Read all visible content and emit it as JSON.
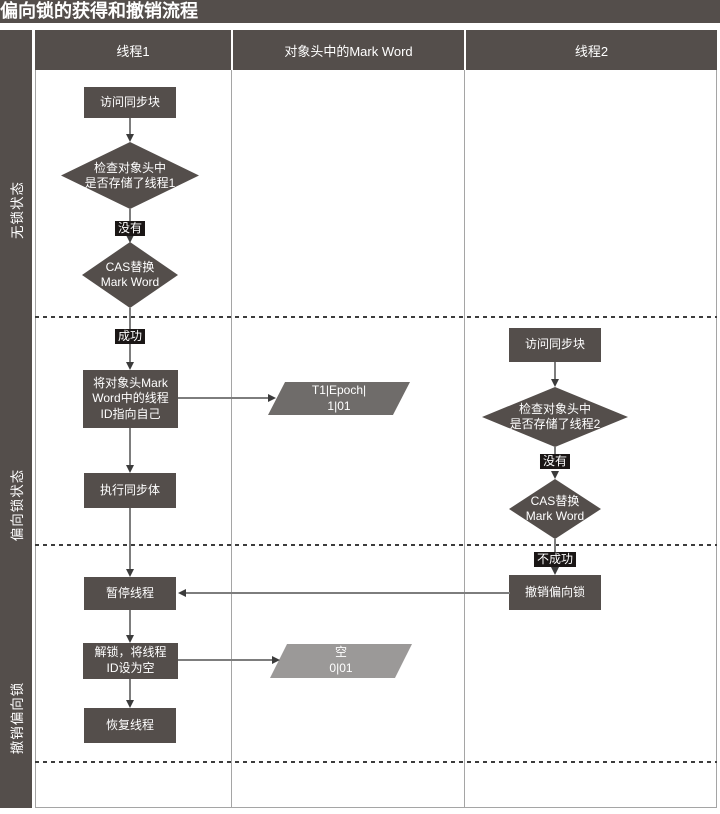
{
  "title": "偏向锁的获得和撤销流程",
  "columns": {
    "thread1": "线程1",
    "mark_word": "对象头中的Mark Word",
    "thread2": "线程2"
  },
  "sidebar": {
    "states": [
      "无锁状态",
      "偏向锁状态",
      "撤销偏向锁"
    ]
  },
  "thread1": {
    "access": "访问同步块",
    "check": "检查对象头中\n是否存储了线程1",
    "no_label": "没有",
    "cas": "CAS替换\nMark Word",
    "success_label": "成功",
    "set_id": "将对象头Mark\nWord中的线程\nID指向自己",
    "execute": "执行同步体",
    "suspend": "暂停线程",
    "unlock": "解锁，将线程\nID设为空",
    "resume": "恢复线程"
  },
  "mark_word": {
    "biased": "T1|Epoch|\n1|01",
    "empty": "空\n0|01"
  },
  "thread2": {
    "access": "访问同步块",
    "check": "检查对象头中\n是否存储了线程2",
    "no_label": "没有",
    "cas": "CAS替换\nMark Word",
    "fail_label": "不成功",
    "revoke": "撤销偏向锁"
  },
  "colors": {
    "dark_gray": "#544E4B",
    "badge_black": "#1A1615",
    "markword_biased_fill": "#6F6C6A",
    "markword_empty_fill": "#9B9998"
  }
}
